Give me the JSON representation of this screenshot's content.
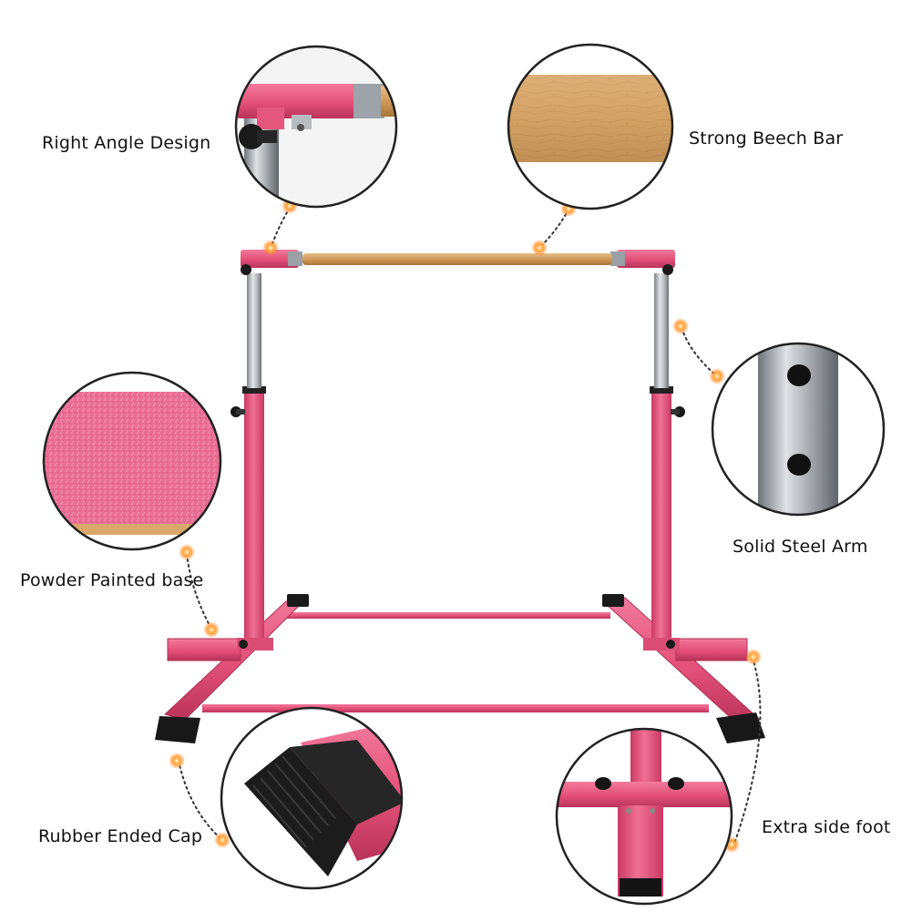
{
  "callouts": [
    {
      "key": "right_angle",
      "label": "Right Angle Design"
    },
    {
      "key": "beech_bar",
      "label": "Strong Beech Bar"
    },
    {
      "key": "steel_arm",
      "label": "Solid Steel Arm"
    },
    {
      "key": "powder_base",
      "label": "Powder Painted base"
    },
    {
      "key": "rubber_cap",
      "label": "Rubber Ended Cap"
    },
    {
      "key": "side_foot",
      "label": "Extra side foot"
    }
  ],
  "colors": {
    "frame_pink": "#e8557f",
    "frame_pink_dark": "#c23a62",
    "frame_pink_light": "#f27a9c",
    "steel": "#b8bcc0",
    "steel_dark": "#8a8f95",
    "wood": "#d9a86a",
    "wood_dark": "#b9834a",
    "rubber": "#1a1a1a",
    "marker_orange": "#ff8a1c",
    "circle_border": "#222222"
  }
}
